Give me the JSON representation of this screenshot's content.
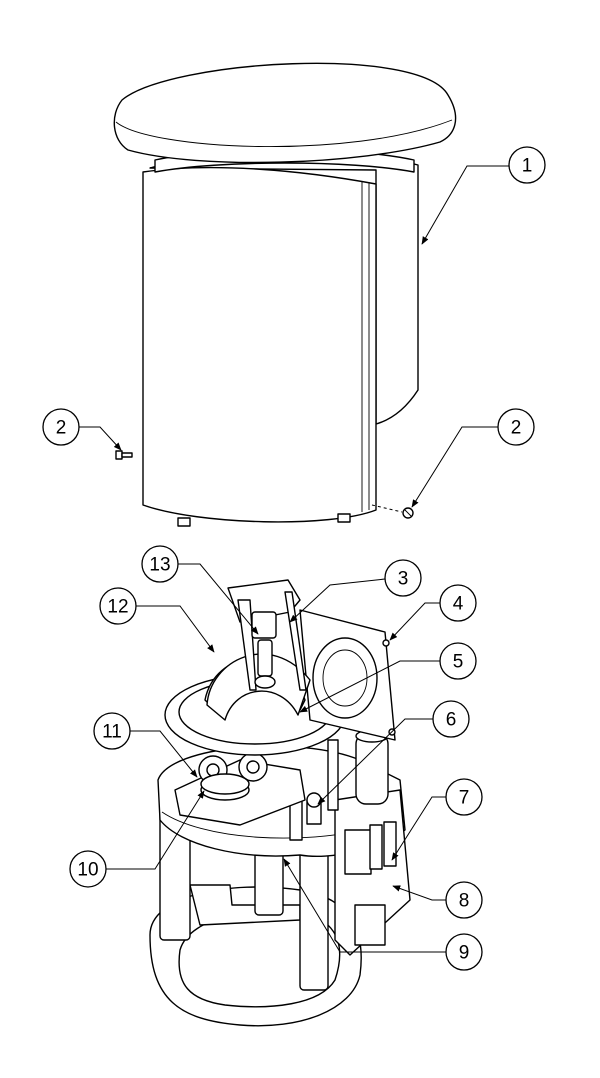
{
  "callouts": [
    {
      "id": "c1",
      "label": "1"
    },
    {
      "id": "c2a",
      "label": "2"
    },
    {
      "id": "c2b",
      "label": "2"
    },
    {
      "id": "c3",
      "label": "3"
    },
    {
      "id": "c4",
      "label": "4"
    },
    {
      "id": "c5",
      "label": "5"
    },
    {
      "id": "c6",
      "label": "6"
    },
    {
      "id": "c7",
      "label": "7"
    },
    {
      "id": "c8",
      "label": "8"
    },
    {
      "id": "c9",
      "label": "9"
    },
    {
      "id": "c10",
      "label": "10"
    },
    {
      "id": "c11",
      "label": "11"
    },
    {
      "id": "c12",
      "label": "12"
    },
    {
      "id": "c13",
      "label": "13"
    }
  ]
}
